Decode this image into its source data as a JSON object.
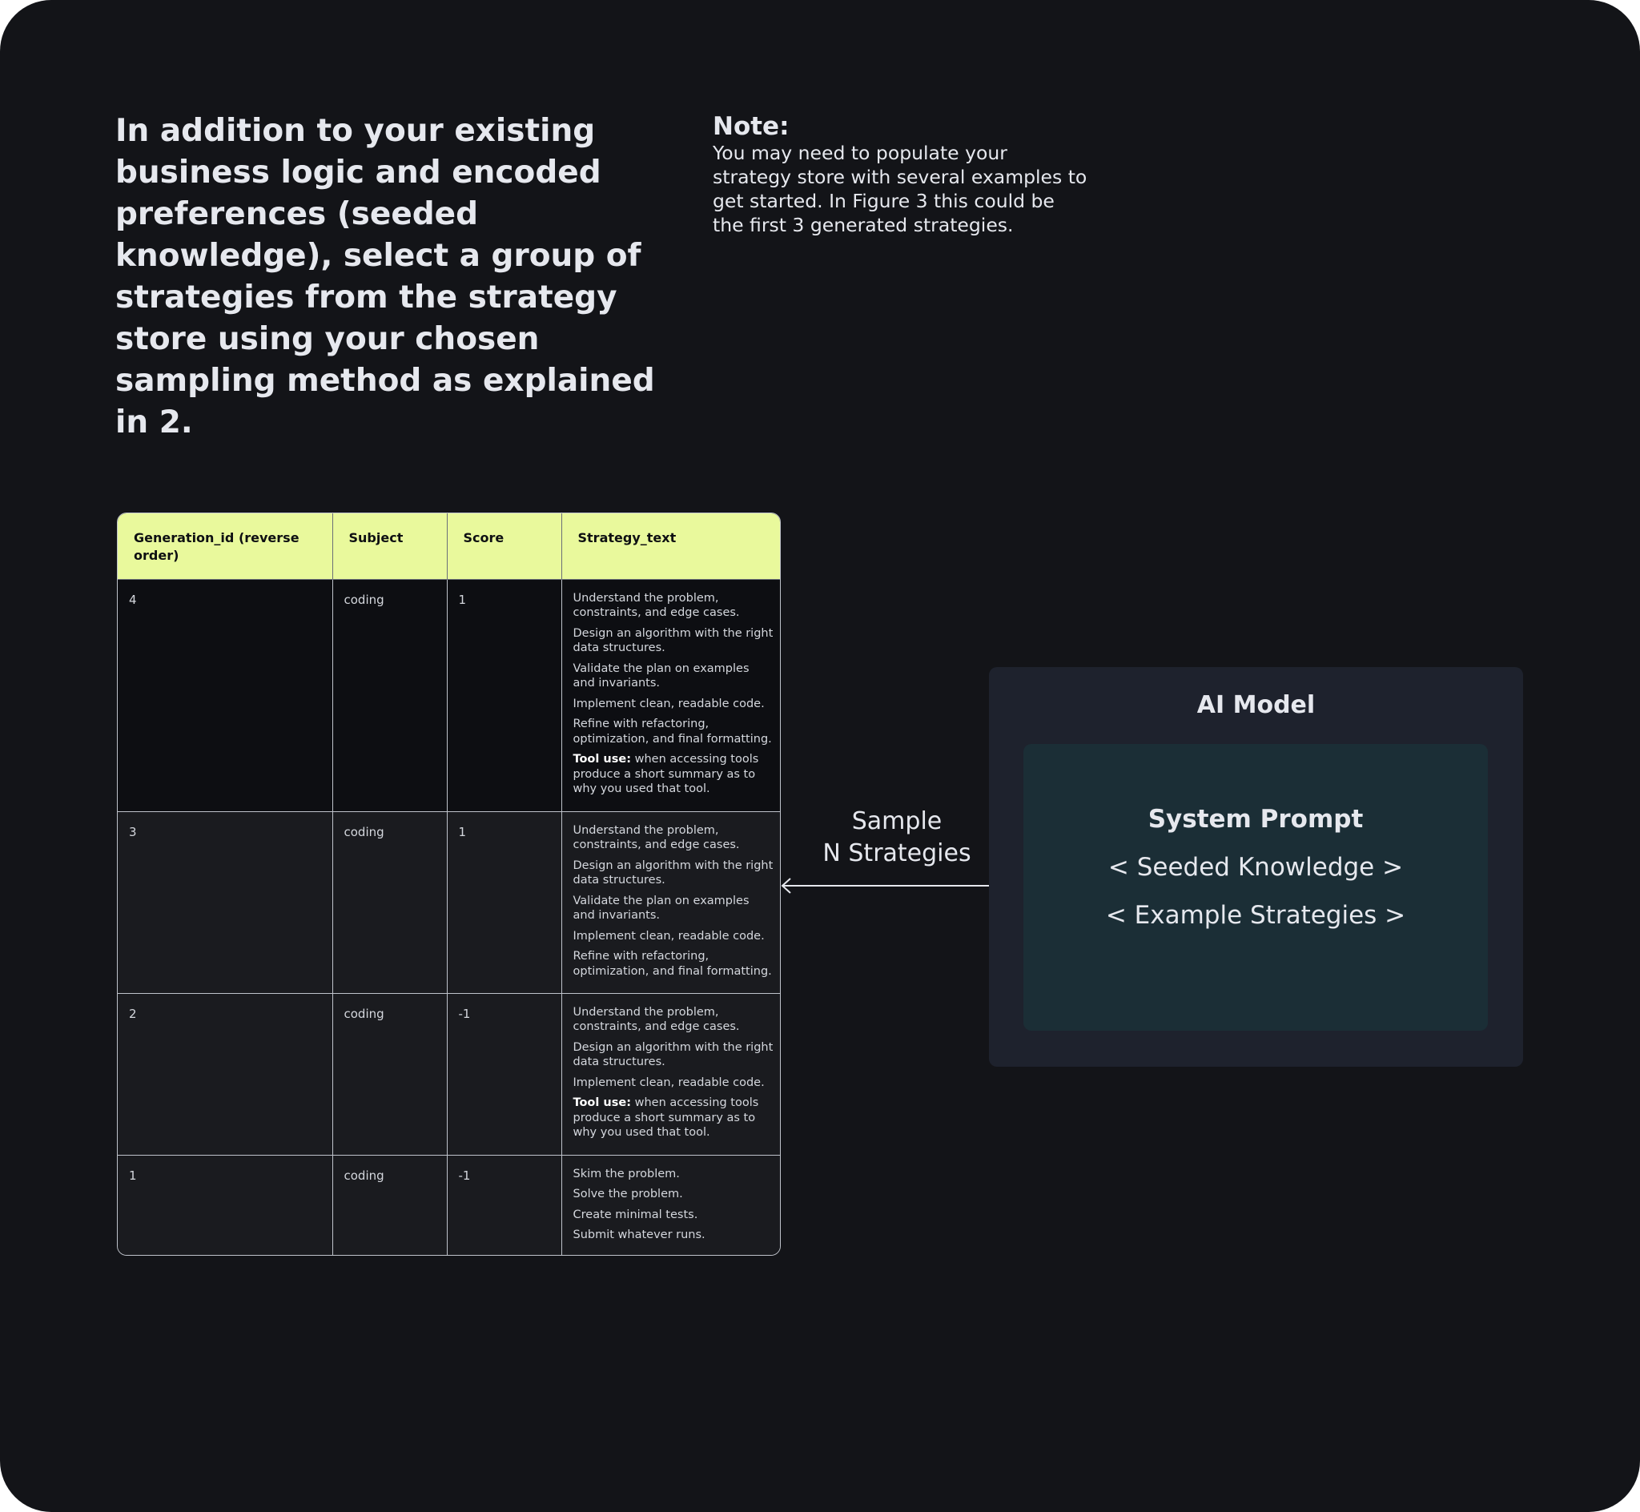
{
  "heading": "In addition to your existing business logic and encoded preferences (seeded knowledge), select a group of strategies from the strategy store using your chosen sampling method as explained in 2.",
  "note": {
    "title": "Note:",
    "body": "You may need to populate your strategy store with several examples to get started. In Figure 3 this could be the first 3 generated strategies."
  },
  "table": {
    "headers": [
      "Generation_id (reverse order)",
      "Subject",
      "Score",
      "Strategy_text"
    ],
    "rows": [
      {
        "id": "4",
        "subject": "coding",
        "score": "1",
        "steps": [
          {
            "text": "Understand the problem, constraints, and edge cases."
          },
          {
            "text": "Design an algorithm with the right data structures."
          },
          {
            "text": "Validate the plan on examples and invariants."
          },
          {
            "text": "Implement clean, readable code."
          },
          {
            "text": "Refine with refactoring, optimization, and final formatting."
          },
          {
            "bold": "Tool use:",
            "text": " when accessing tools produce a short summary as to why you used that tool."
          }
        ]
      },
      {
        "id": "3",
        "subject": "coding",
        "score": "1",
        "steps": [
          {
            "text": "Understand the problem, constraints, and edge cases."
          },
          {
            "text": "Design an algorithm with the right data structures."
          },
          {
            "text": "Validate the plan on examples and invariants."
          },
          {
            "text": "Implement clean, readable code."
          },
          {
            "text": "Refine with refactoring, optimization, and final formatting."
          }
        ]
      },
      {
        "id": "2",
        "subject": "coding",
        "score": "-1",
        "steps": [
          {
            "text": "Understand the problem, constraints, and edge cases."
          },
          {
            "text": "Design an algorithm with the right data structures."
          },
          {
            "text": "Implement clean, readable code."
          },
          {
            "bold": "Tool use:",
            "text": " when accessing tools produce a short summary as to why you used that tool."
          }
        ]
      },
      {
        "id": "1",
        "subject": "coding",
        "score": "-1",
        "steps": [
          {
            "text": "Skim the problem."
          },
          {
            "text": "Solve the problem."
          },
          {
            "text": "Create minimal tests."
          },
          {
            "text": "Submit whatever runs."
          }
        ]
      }
    ]
  },
  "arrow_label": [
    "Sample",
    "N Strategies"
  ],
  "model": {
    "title": "AI Model",
    "prompt_title": "System Prompt",
    "lines": [
      "< Seeded Knowledge >",
      "< Example Strategies >"
    ]
  },
  "colors": {
    "background": "#131418",
    "header_accent": "#e9f99c",
    "model_box": "#1e222d",
    "prompt_box": "#1b2e36",
    "text": "#e6e8ee"
  }
}
